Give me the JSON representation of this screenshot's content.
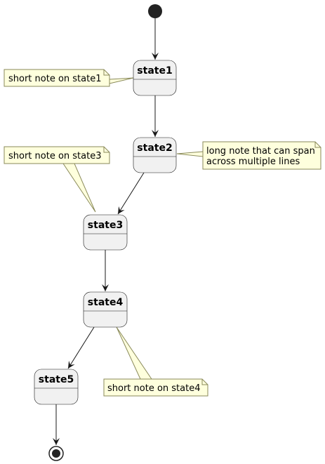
{
  "colors": {
    "state_fill": "#F1F1F1",
    "state_border": "#181818",
    "note_fill": "#FEFFDD",
    "note_border": "#8A8A5A",
    "arrow": "#181818",
    "start_dot": "#222222"
  },
  "diagram": {
    "type": "state-diagram",
    "states": [
      {
        "id": "state1",
        "name": "state1"
      },
      {
        "id": "state2",
        "name": "state2"
      },
      {
        "id": "state3",
        "name": "state3"
      },
      {
        "id": "state4",
        "name": "state4"
      },
      {
        "id": "state5",
        "name": "state5"
      }
    ],
    "transitions": [
      {
        "from": "start",
        "to": "state1"
      },
      {
        "from": "state1",
        "to": "state2"
      },
      {
        "from": "state2",
        "to": "state3"
      },
      {
        "from": "state3",
        "to": "state4"
      },
      {
        "from": "state4",
        "to": "state5"
      },
      {
        "from": "state5",
        "to": "end"
      }
    ],
    "notes": [
      {
        "id": "note1",
        "attached_to": "state1",
        "lines": [
          "short note on state1"
        ]
      },
      {
        "id": "note2",
        "attached_to": "state2",
        "lines": [
          "long note that can span",
          "across multiple lines"
        ]
      },
      {
        "id": "note3",
        "attached_to": "state3",
        "lines": [
          "short note on state3"
        ]
      },
      {
        "id": "note4",
        "attached_to": "state4",
        "lines": [
          "short note on state4"
        ]
      }
    ]
  }
}
